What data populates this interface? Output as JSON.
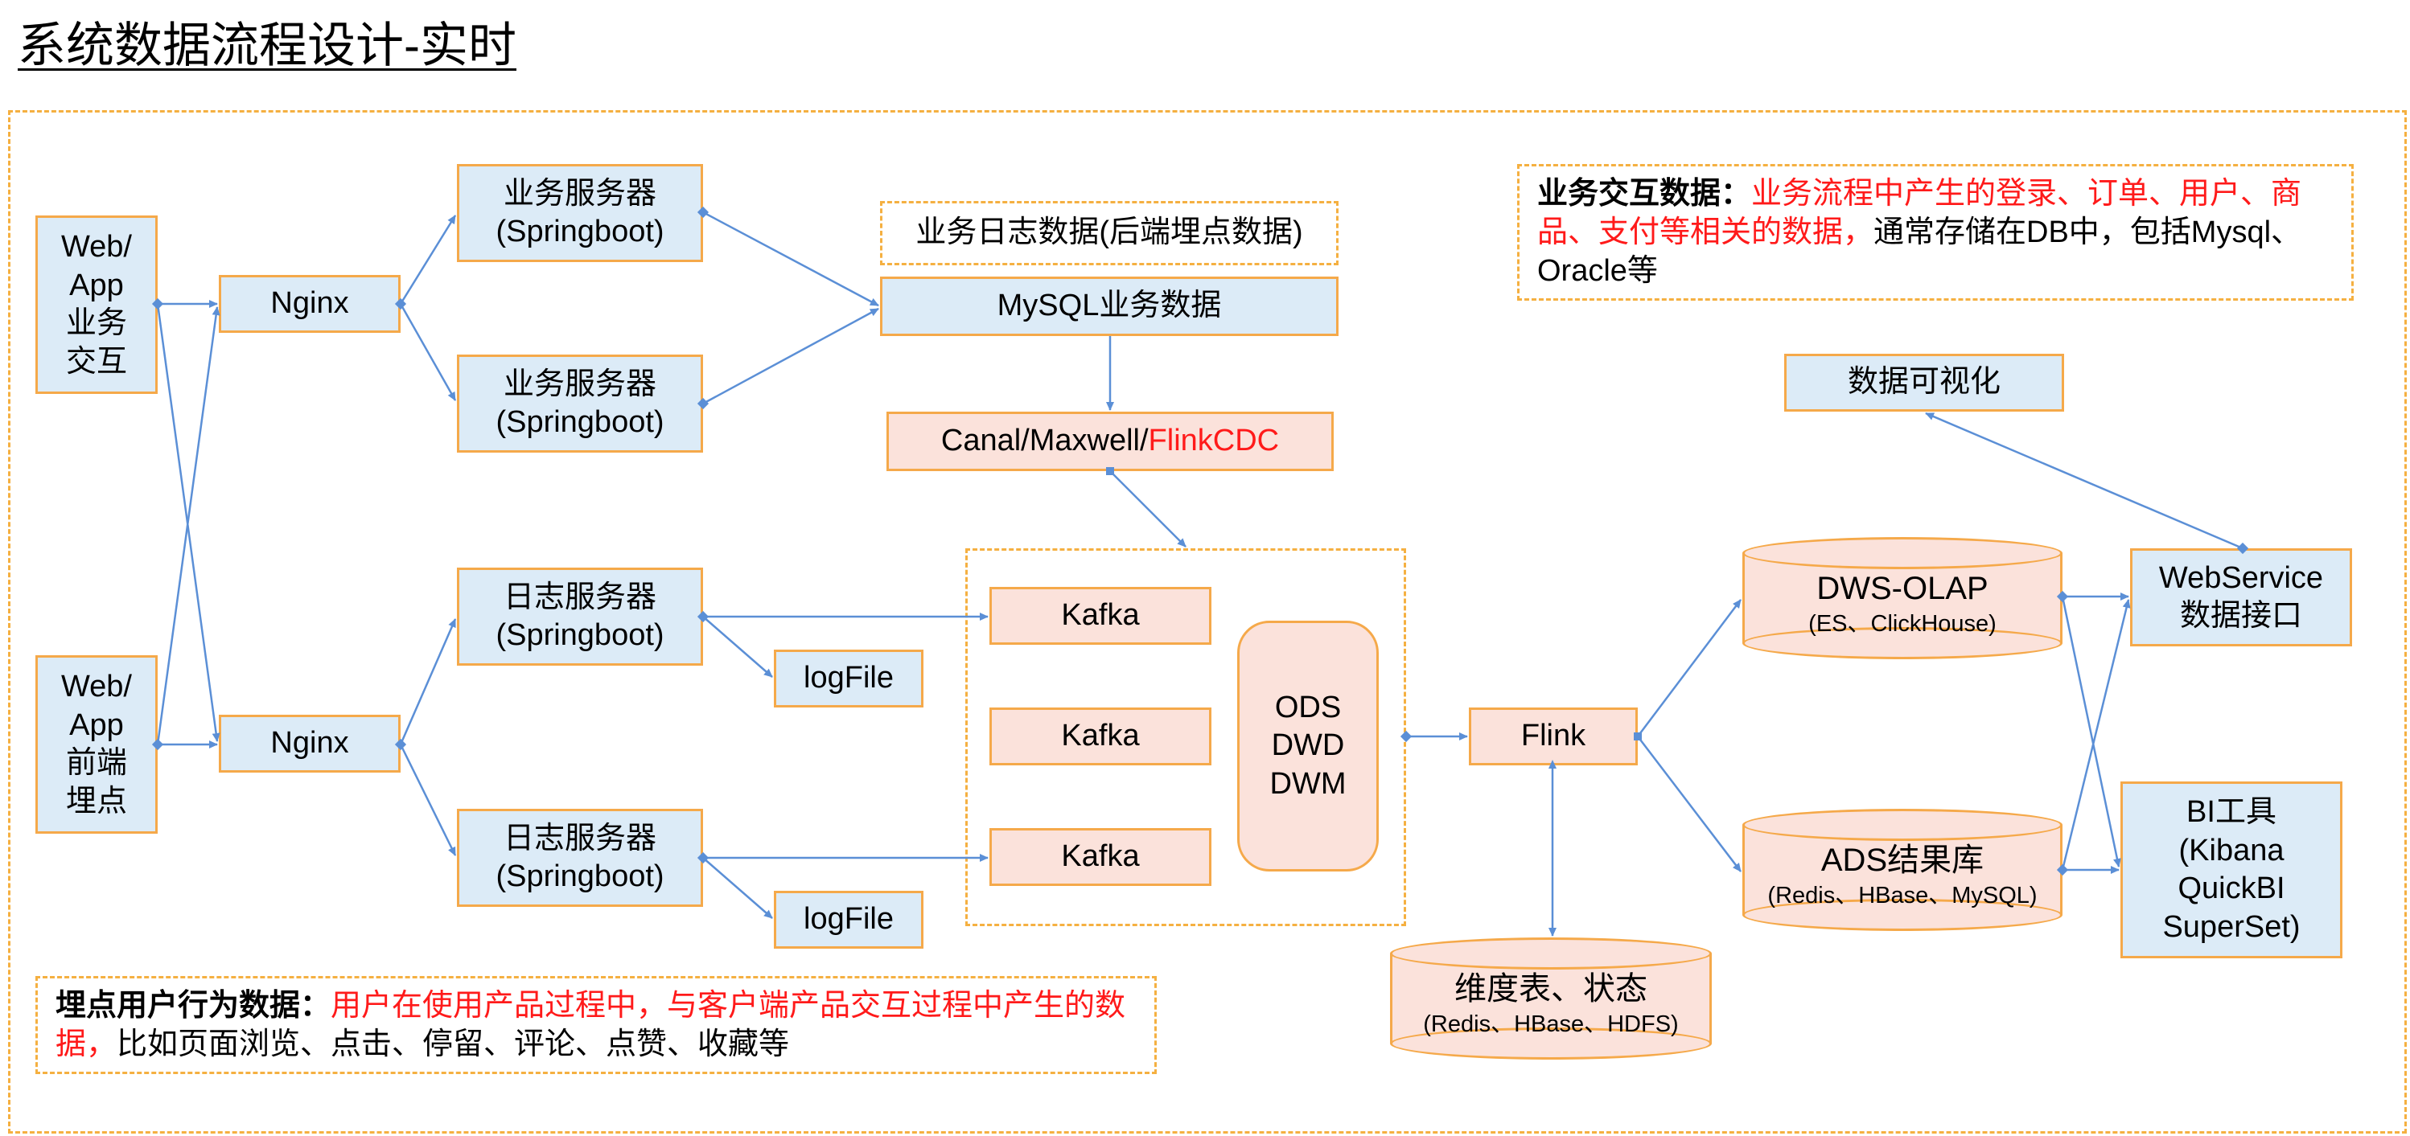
{
  "page_title": "系统数据流程设计-实时",
  "client_business": "Web/\nApp\n业务\n交互",
  "client_frontend": "Web/\nApp\n前端\n埋点",
  "nginx_top": "Nginx",
  "nginx_bottom": "Nginx",
  "biz_server_1": "业务服务器\n(Springboot)",
  "biz_server_2": "业务服务器\n(Springboot)",
  "log_server_1": "日志服务器\n(Springboot)",
  "log_server_2": "日志服务器\n(Springboot)",
  "logfile_1": "logFile",
  "logfile_2": "logFile",
  "biz_log_label": "业务日志数据(后端埋点数据)",
  "mysql_box": "MySQL业务数据",
  "cdc_prefix": "Canal/Maxwell/",
  "cdc_highlight": "FlinkCDC",
  "kafka_1": "Kafka",
  "kafka_2": "Kafka",
  "kafka_3": "Kafka",
  "ods_layers": "ODS\nDWD\nDWM",
  "flink": "Flink",
  "dim_table": {
    "title": "维度表、状态",
    "sub": "(Redis、HBase、HDFS)"
  },
  "dws_olap": {
    "title": "DWS-OLAP",
    "sub": "(ES、ClickHouse)"
  },
  "ads_store": {
    "title": "ADS结果库",
    "sub": "(Redis、HBase、MySQL)"
  },
  "webservice": "WebService\n数据接口",
  "bi_tools": "BI工具\n(Kibana\nQuickBI\nSuperSet)",
  "data_viz": "数据可视化",
  "note_business": {
    "label": "业务交互数据：",
    "highlight": "业务流程中产生的登录、订单、用户、商品、支付等相关的数据，",
    "rest": "通常存储在DB中，包括Mysql、Oracle等"
  },
  "note_tracking": {
    "label": "埋点用户行为数据：",
    "highlight": "用户在使用产品过程中，与客户端产品交互过程中产生的数据，",
    "rest": "比如页面浏览、点击、停留、评论、点赞、收藏等"
  },
  "colors": {
    "box_border": "#f5a94a",
    "blue_fill": "#dcebf7",
    "pink_fill": "#fbe2db",
    "arrow": "#5b8fd6",
    "highlight_text": "#ff1a1a"
  }
}
